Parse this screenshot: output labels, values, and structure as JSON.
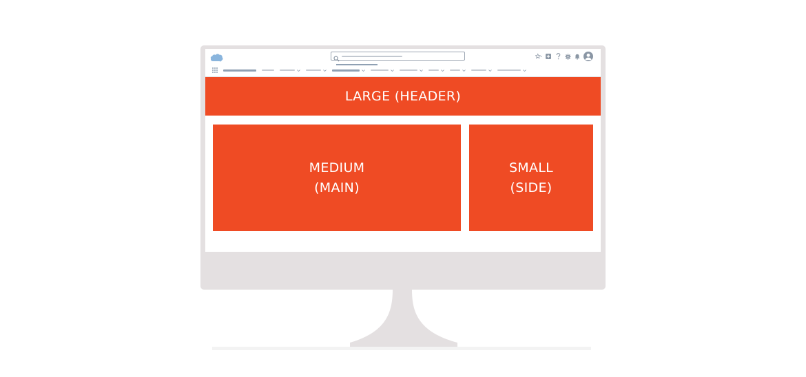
{
  "regions": {
    "header": {
      "label": "LARGE (HEADER)"
    },
    "main": {
      "line1": "MEDIUM",
      "line2": "(MAIN)"
    },
    "side": {
      "line1": "SMALL",
      "line2": "(SIDE)"
    }
  },
  "icons": {
    "logo": "cloud-logo-icon",
    "search": "search-icon",
    "favorites": "star-icon",
    "add": "plus-square-icon",
    "help": "question-icon",
    "settings": "gear-icon",
    "notifications": "bell-icon",
    "profile": "avatar-icon",
    "apps": "app-launcher-icon"
  },
  "colors": {
    "region": "#ef4b24",
    "bezel": "#e4e0e1",
    "logo": "#8ab5dd",
    "chrome_icon": "#8a96a4"
  }
}
